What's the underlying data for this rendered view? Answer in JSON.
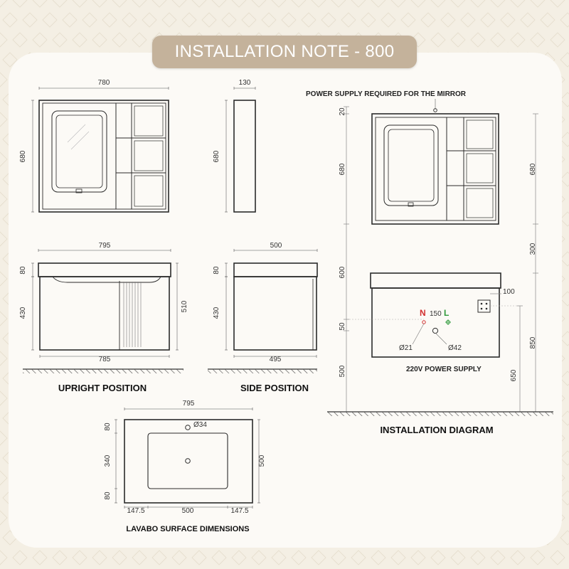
{
  "title": "INSTALLATION NOTE - 800",
  "colors": {
    "background": "#f4efe4",
    "card": "#fcfaf6",
    "title_pill": "#c4b29b",
    "line": "#2b2b2b",
    "dim_line": "#888888",
    "neutral_marker": "#d23030",
    "live_marker": "#2f9a3b"
  },
  "mirror_front": {
    "width": "780",
    "height": "680"
  },
  "mirror_side": {
    "depth": "130",
    "height": "680"
  },
  "cabinet_front": {
    "top_width": "795",
    "bottom_width": "785",
    "top_height": "80",
    "body_height": "430",
    "total_height": "510"
  },
  "cabinet_side": {
    "top_depth": "500",
    "bottom_depth": "495",
    "top_height": "80",
    "body_height": "430"
  },
  "captions": {
    "upright": "UPRIGHT POSITION",
    "side": "SIDE POSITION",
    "installation": "INSTALLATION DIAGRAM",
    "lavabo": "LAVABO SURFACE DIMENSIONS"
  },
  "installation": {
    "power_note": "POWER SUPPLY REQUIRED FOR THE MIRROR",
    "supply_label": "220V POWER SUPPLY",
    "left_dims": [
      "20",
      "680",
      "600",
      "50",
      "500"
    ],
    "right_dims": [
      "680",
      "300",
      "850",
      "650"
    ],
    "socket_offset": "100",
    "spacing": "150",
    "hole_small": "Ø21",
    "hole_large": "Ø42",
    "neutral": "N",
    "live": "L"
  },
  "lavabo": {
    "width": "795",
    "depth": "500",
    "drain": "Ø34",
    "v_dims": [
      "80",
      "340",
      "80"
    ],
    "h_dims": [
      "147.5",
      "500",
      "147.5"
    ]
  }
}
